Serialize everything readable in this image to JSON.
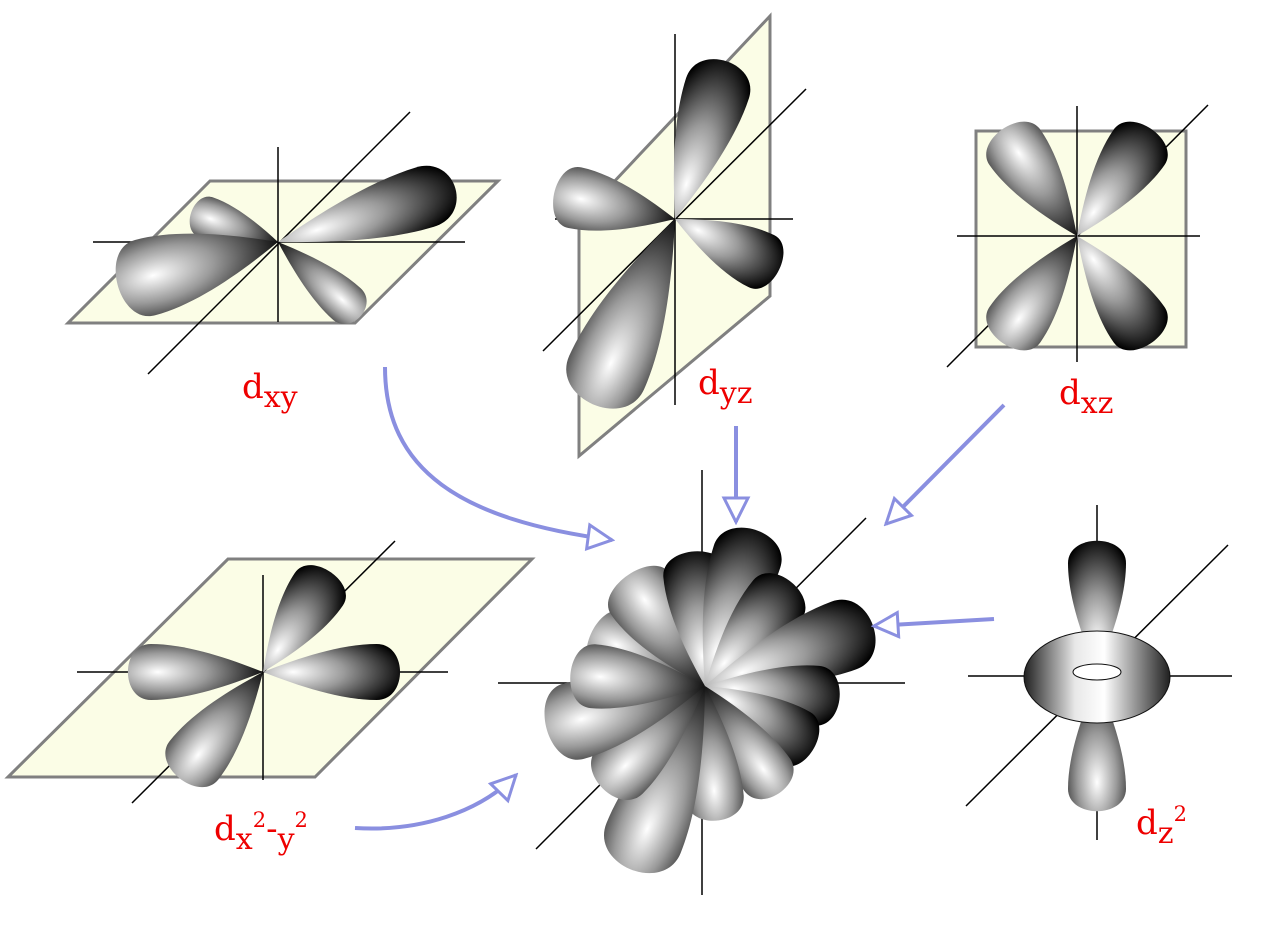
{
  "orbitals": {
    "dxy": {
      "main": "d",
      "sub": "xy"
    },
    "dyz": {
      "main": "d",
      "sub": "yz"
    },
    "dxz": {
      "main": "d",
      "sub": "xz"
    },
    "dx2y2": {
      "main": "d",
      "sub_a": "x",
      "sup_a": "2",
      "sep": "-",
      "sub_b": "y",
      "sup_b": "2"
    },
    "dz2": {
      "main": "d",
      "sub": "z",
      "sup": "2"
    }
  },
  "colors": {
    "label": "#ee0000",
    "arrow": "#8a8fe0",
    "plane_fill": "#fbfde6",
    "plane_stroke": "#808080",
    "axis": "#000000"
  }
}
